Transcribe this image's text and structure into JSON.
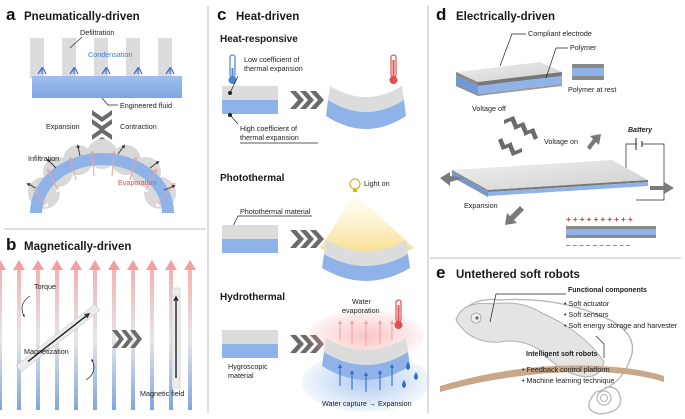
{
  "panels": {
    "a": {
      "letter": "a",
      "title": "Pneumatically-driven",
      "defiltration": "Defiltration",
      "condensation": "Condensation",
      "engineered_fluid": "Engineered fluid",
      "expansion": "Expansion",
      "contraction": "Contraction",
      "infiltration": "Infiltration",
      "evaporation": "Evaporation"
    },
    "b": {
      "letter": "b",
      "title": "Magnetically-driven",
      "torque": "Torque",
      "magnetization": "Magnetization",
      "magnetic_field": "Magnetic field"
    },
    "c": {
      "letter": "c",
      "title": "Heat-driven",
      "heat_responsive": "Heat-responsive",
      "low_coef_1": "Low coefficient of",
      "low_coef_2": "thermal expansion",
      "high_coef_1": "High coefficient of",
      "high_coef_2": "thermal expansion",
      "photothermal": "Photothermal",
      "light_on": "Light on",
      "photothermal_material": "Photothermal material",
      "hydrothermal": "Hydrothermal",
      "water_evap_1": "Water",
      "water_evap_2": "evaporation",
      "hygroscopic_1": "Hygroscopic",
      "hygroscopic_2": "material",
      "water_capture": "Water capture → Expansion"
    },
    "d": {
      "letter": "d",
      "title": "Electrically-driven",
      "compliant_electrode": "Compliant electrode",
      "polymer": "Polymer",
      "polymer_at_rest": "Polymer at rest",
      "voltage_off": "Voltage off",
      "voltage_on": "Voltage on",
      "battery": "Battery",
      "expansion": "Expansion",
      "plus_signs": "+ + + + + + + + + +",
      "minus_signs": "– – – – – – – – – –"
    },
    "e": {
      "letter": "e",
      "title": "Untethered soft robots",
      "functional_components": "Functional components",
      "fc_items": [
        "Soft actuator",
        "Soft sensors",
        "Soft energy storage and harvester"
      ],
      "intelligent_soft_robots": "Intelligent soft robots",
      "isr_items": [
        "Feedback control platform",
        "Machine learning technique"
      ]
    }
  },
  "colors": {
    "blue": "#8fb3e8",
    "blue_dark": "#5e8fd6",
    "gray_block": "#d6d6d6",
    "red_arrow": "#f0a0a0",
    "red_text": "#e05050",
    "condensation_text": "#3a7fd8",
    "chevron": "#6b6b6b"
  }
}
